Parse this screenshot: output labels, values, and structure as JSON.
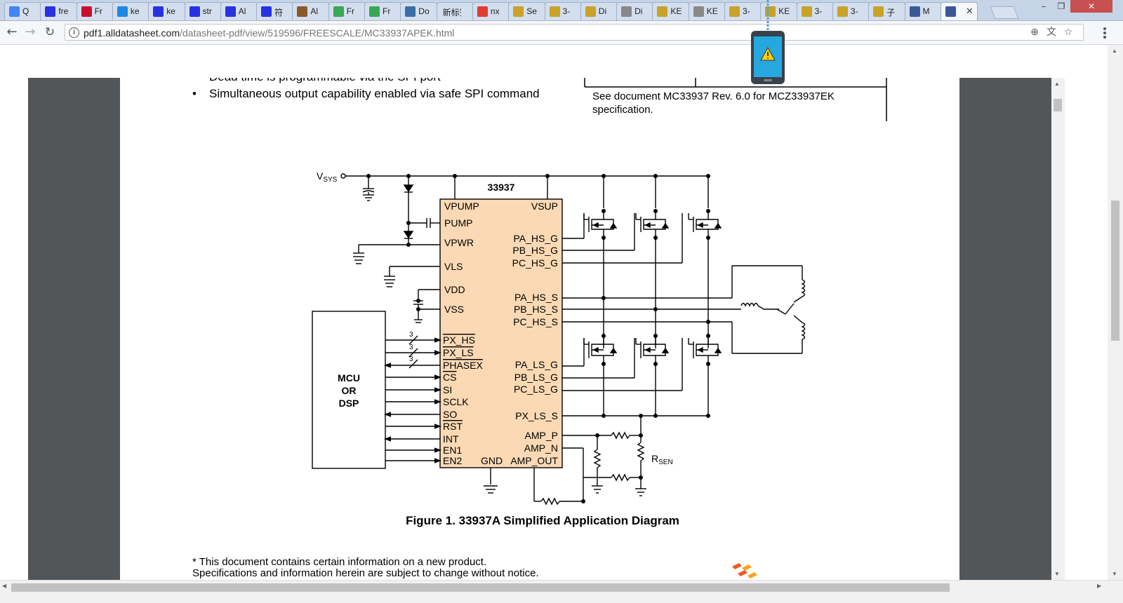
{
  "browser": {
    "tabs": [
      {
        "title": "Q",
        "icon": "chrome-icon",
        "color": "#4285f4"
      },
      {
        "title": "fre",
        "icon": "baidu-icon",
        "color": "#2932e1"
      },
      {
        "title": "Fr",
        "icon": "c-logo-icon",
        "color": "#c8102e"
      },
      {
        "title": "ke",
        "icon": "cloud-icon",
        "color": "#1e88e5"
      },
      {
        "title": "ke",
        "icon": "baidu-icon",
        "color": "#2932e1"
      },
      {
        "title": "str",
        "icon": "baidu-icon",
        "color": "#2932e1"
      },
      {
        "title": "Al",
        "icon": "baidu-icon",
        "color": "#2932e1"
      },
      {
        "title": "符",
        "icon": "baidu-icon",
        "color": "#2932e1"
      },
      {
        "title": "Al",
        "icon": "circuit-icon",
        "color": "#8a5a2b"
      },
      {
        "title": "Fr",
        "icon": "doc-green-icon",
        "color": "#3aa757"
      },
      {
        "title": "Fr",
        "icon": "doc-green-icon",
        "color": "#3aa757"
      },
      {
        "title": "Do",
        "icon": "sf-icon",
        "color": "#3b6ea8"
      },
      {
        "title": "新标签",
        "icon": "",
        "color": "#d3deee"
      },
      {
        "title": "nx",
        "icon": "s-circle-icon",
        "color": "#e03c31"
      },
      {
        "title": "Se",
        "icon": "stripe-icon",
        "color": "#c9a227"
      },
      {
        "title": "3-",
        "icon": "stripe-icon",
        "color": "#c9a227"
      },
      {
        "title": "Di",
        "icon": "stripe-icon",
        "color": "#c9a227"
      },
      {
        "title": "Di",
        "icon": "page-icon",
        "color": "#888888"
      },
      {
        "title": "KE",
        "icon": "stripe-icon",
        "color": "#c9a227"
      },
      {
        "title": "KE",
        "icon": "page-icon",
        "color": "#888888"
      },
      {
        "title": "3-",
        "icon": "stripe-icon",
        "color": "#c9a227"
      },
      {
        "title": "KE",
        "icon": "stripe-icon",
        "color": "#c9a227"
      },
      {
        "title": "3-",
        "icon": "stripe-icon",
        "color": "#c9a227"
      },
      {
        "title": "3-",
        "icon": "stripe-icon",
        "color": "#c9a227"
      },
      {
        "title": "子",
        "icon": "stripe-icon",
        "color": "#c9a227"
      },
      {
        "title": "M",
        "icon": "pdf-icon",
        "color": "#3b5998"
      },
      {
        "title": "",
        "icon": "pdf-icon",
        "color": "#3b5998",
        "active": true
      }
    ],
    "url_domain": "pdf1.alldatasheet.com",
    "url_path": "/datasheet-pdf/view/519596/FREESCALE/MC33937APEK.html"
  },
  "pdf": {
    "partial_line": "Dead time is programmable via the SPI port",
    "bullet": "Simultaneous output capability enabled via safe SPI command",
    "note_line1": "See document MC33937 Rev. 6.0 for MCZ33937EK",
    "note_line2": "specification.",
    "caption": "Figure 1. 33937A Simplified Application Diagram",
    "footnote1": "* This document contains certain information on a new product.",
    "footnote2": "Specifications and information herein are subject to change without notice.",
    "diagram": {
      "chip_name": "33937",
      "vsys_main": "V",
      "vsys_sub": "SYS",
      "rsen_main": "R",
      "rsen_sub": "SEN",
      "mcu_line1": "MCU",
      "mcu_line2": "OR",
      "mcu_line3": "DSP",
      "bus_width": "3",
      "left_pins_top": [
        "VPUMP",
        "PUMP",
        "VPWR",
        "VLS",
        "VDD",
        "VSS"
      ],
      "left_pins_io": [
        "PX_HS",
        "PX_LS",
        "PHASEX",
        "CS",
        "SI",
        "SCLK",
        "SO",
        "RST",
        "INT",
        "EN1",
        "EN2"
      ],
      "vsup": "VSUP",
      "gnd": "GND",
      "right_pins": [
        "PA_HS_G",
        "PB_HS_G",
        "PC_HS_G",
        "PA_HS_S",
        "PB_HS_S",
        "PC_HS_S",
        "PA_LS_G",
        "PB_LS_G",
        "PC_LS_G",
        "PX_LS_S",
        "AMP_P",
        "AMP_N",
        "AMP_OUT"
      ]
    }
  }
}
